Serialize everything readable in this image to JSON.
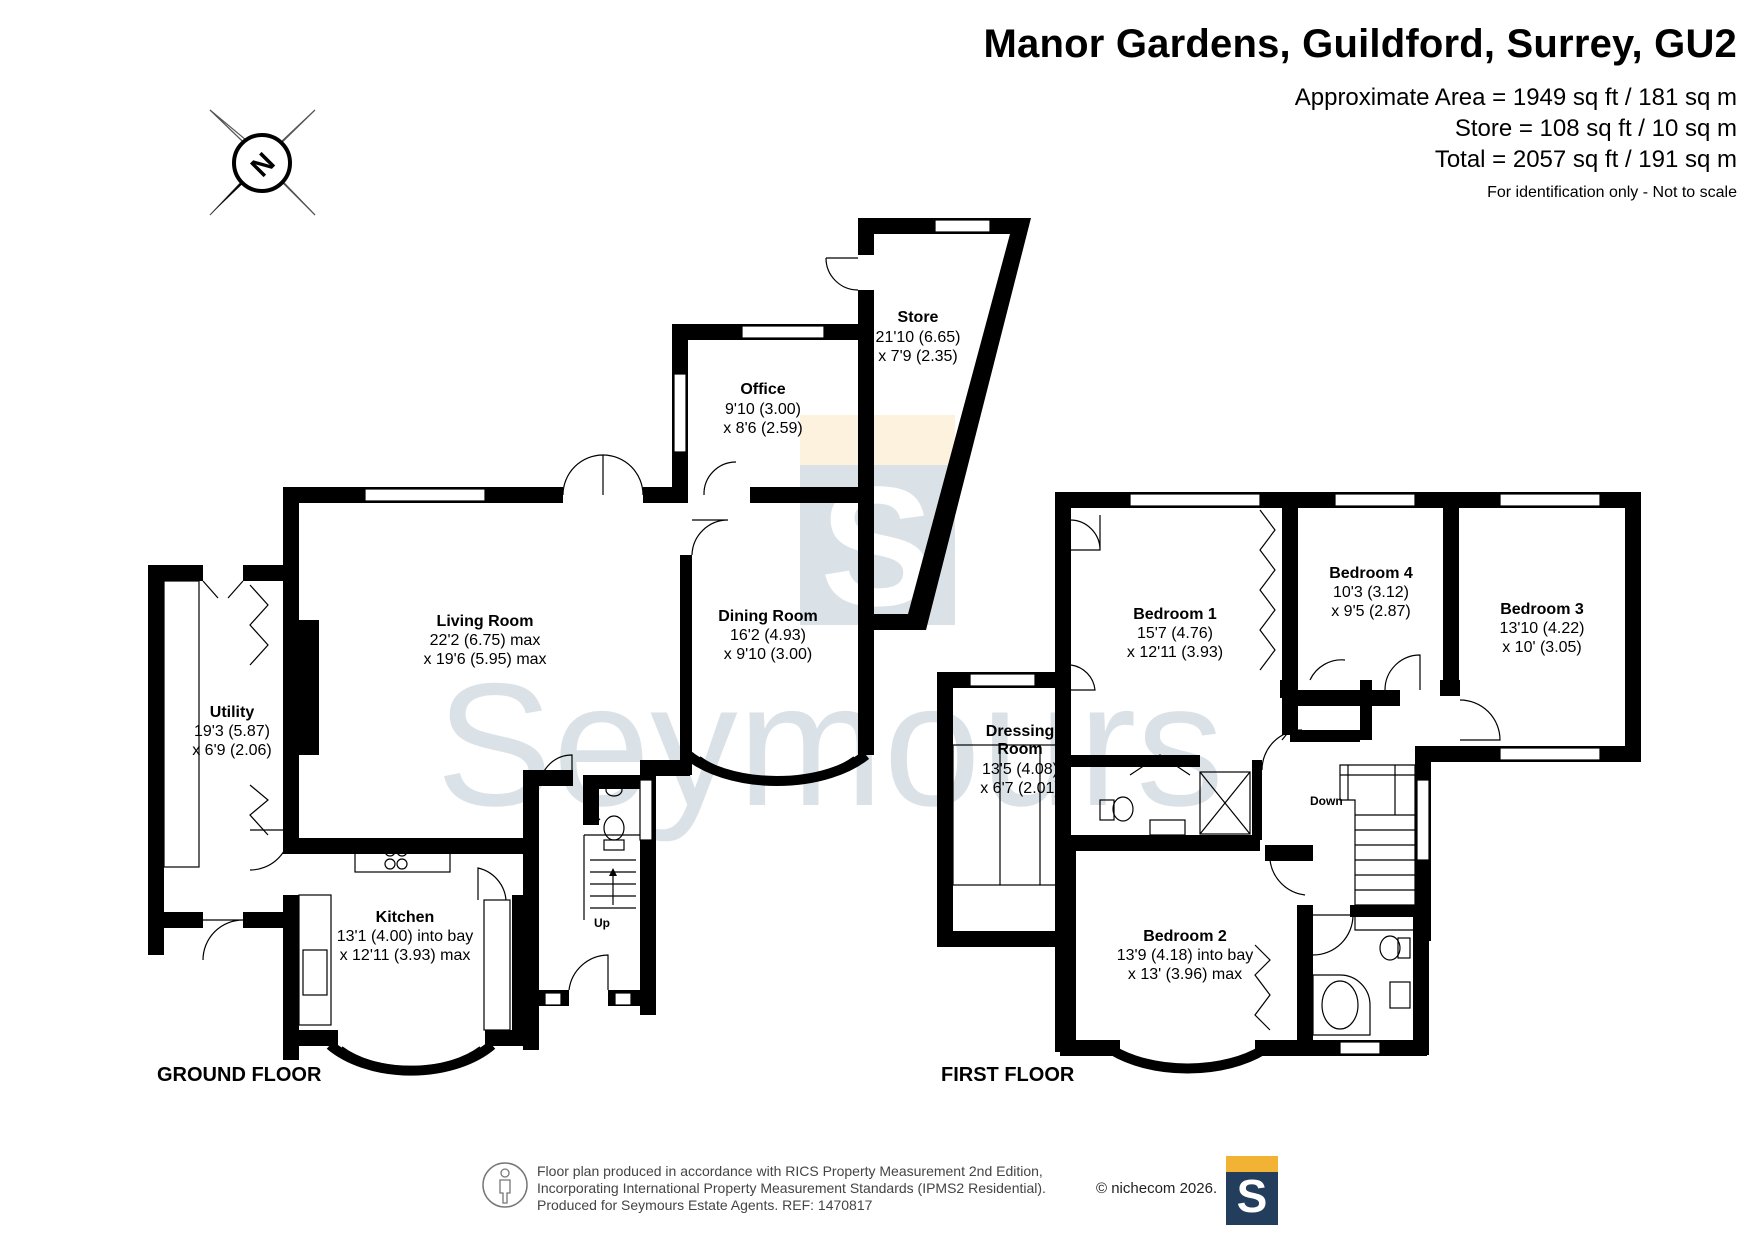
{
  "header": {
    "title": "Manor Gardens, Guildford, Surrey, GU2",
    "area_approx": "Approximate Area = 1949 sq ft / 181 sq m",
    "area_store": "Store = 108 sq ft / 10 sq m",
    "area_total": "Total = 2057 sq ft / 191 sq m",
    "disclaimer": "For identification only - Not to scale"
  },
  "compass": {
    "letter": "N"
  },
  "watermark": {
    "text": "Seymours",
    "logo_letter": "S"
  },
  "ground_floor": {
    "label": "GROUND FLOOR",
    "rooms": {
      "store": {
        "name": "Store",
        "dim1": "21'10 (6.65)",
        "dim2": "x 7'9 (2.35)"
      },
      "office": {
        "name": "Office",
        "dim1": "9'10 (3.00)",
        "dim2": "x 8'6 (2.59)"
      },
      "living": {
        "name": "Living Room",
        "dim1": "22'2 (6.75) max",
        "dim2": "x 19'6 (5.95) max"
      },
      "dining": {
        "name": "Dining Room",
        "dim1": "16'2 (4.93)",
        "dim2": "x 9'10 (3.00)"
      },
      "utility": {
        "name": "Utility",
        "dim1": "19'3 (5.87)",
        "dim2": "x 6'9 (2.06)"
      },
      "kitchen": {
        "name": "Kitchen",
        "dim1": "13'1 (4.00) into bay",
        "dim2": "x 12'11 (3.93) max"
      }
    },
    "stairs_label": "Up"
  },
  "first_floor": {
    "label": "FIRST FLOOR",
    "rooms": {
      "bedroom1": {
        "name": "Bedroom 1",
        "dim1": "15'7 (4.76)",
        "dim2": "x 12'11 (3.93)"
      },
      "bedroom4": {
        "name": "Bedroom 4",
        "dim1": "10'3 (3.12)",
        "dim2": "x 9'5 (2.87)"
      },
      "bedroom3": {
        "name": "Bedroom 3",
        "dim1": "13'10 (4.22)",
        "dim2": "x 10' (3.05)"
      },
      "dressing": {
        "name": "Dressing",
        "name2": "Room",
        "dim1": "13'5 (4.08)",
        "dim2": "x 6'7 (2.01)"
      },
      "bedroom2": {
        "name": "Bedroom 2",
        "dim1": "13'9 (4.18) into bay",
        "dim2": "x 13' (3.96) max"
      }
    },
    "stairs_label": "Down"
  },
  "footer": {
    "line1": "Floor plan produced in accordance with RICS Property Measurement 2nd Edition,",
    "line2": "Incorporating International Property Measurement Standards (IPMS2 Residential).",
    "line3": "Produced for Seymours Estate Agents.   REF: 1470817",
    "brand": "© nichecom 2026."
  }
}
